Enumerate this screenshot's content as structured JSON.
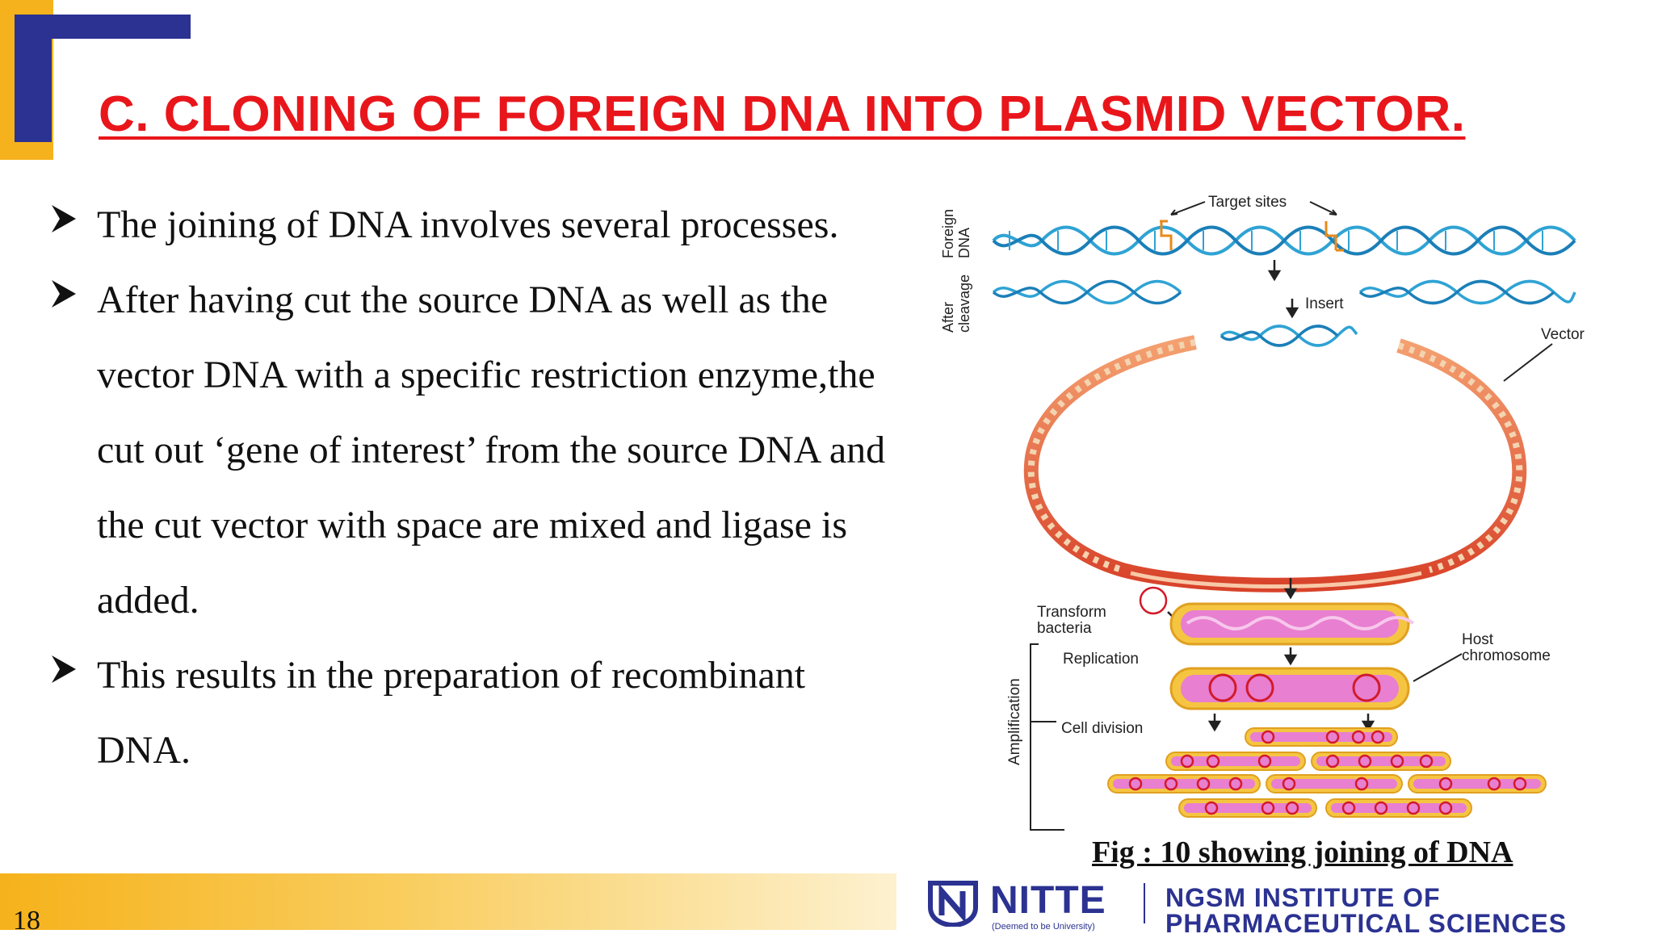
{
  "slide": {
    "title": "C. CLONING OF FOREIGN DNA INTO PLASMID VECTOR.",
    "bullets": [
      "The joining of DNA involves several processes.",
      "After having cut the source DNA as well as the vector DNA with a specific restriction enzyme,the cut out ‘gene of interest’ from the source DNA and the cut vector with space are mixed and ligase is added.",
      "This results in the preparation of recombinant DNA."
    ],
    "page_number": "18"
  },
  "figure": {
    "labels": {
      "target_sites": "Target sites",
      "foreign": "Foreign",
      "dna": "DNA",
      "after": "After",
      "cleavage": "cleavage",
      "insert": "Insert",
      "vector": "Vector",
      "transform": "Transform",
      "bacteria": "bacteria",
      "replication": "Replication",
      "host": "Host",
      "chromosome": "chromosome",
      "amplification": "Amplification",
      "cell_division": "Cell division"
    },
    "caption": "Fig : 10 showing  joining  of  DNA"
  },
  "footer": {
    "brand": "NITTE",
    "brand_sub": "(Deemed to be University)",
    "institute_line1": "NGSM INSTITUTE OF",
    "institute_line2": "PHARMACEUTICAL SCIENCES"
  },
  "colors": {
    "title_red": "#e8161b",
    "brand_blue": "#2b3291",
    "accent_yellow": "#f5b21c"
  }
}
